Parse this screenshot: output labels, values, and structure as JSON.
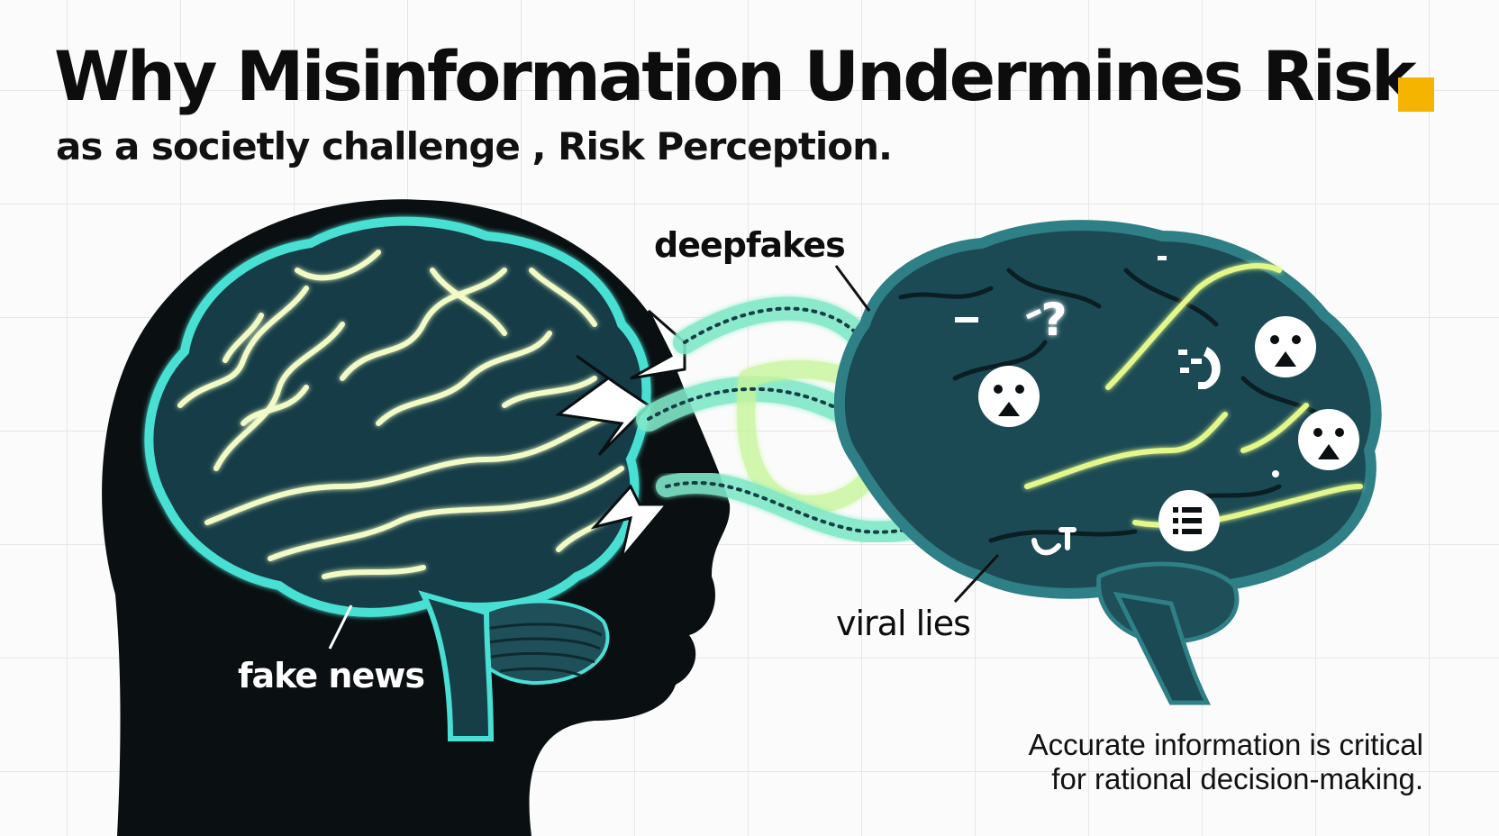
{
  "header": {
    "title": "Why Misinformation Undermines Risk",
    "subtitle": "as a societly challenge , Risk Perception."
  },
  "labels": {
    "deepfakes": "deepfakes",
    "fake_news": "fake news",
    "viral_lies": "viral lies"
  },
  "takeaway": {
    "line1": "Accurate information is critical",
    "line2": "for rational decision-making."
  },
  "icons": [
    "question-mark-icon",
    "worried-face-icon",
    "broken-signal-icon",
    "list-icon",
    "lightning-crack-icon"
  ],
  "colors": {
    "accent": "#f4b400",
    "brain_glow": "#48e0d4",
    "neural_lines": "#f2fbc6",
    "head": "#0a0f12",
    "brain_fill": "#163e47",
    "right_brain_fill": "#1b4a55"
  }
}
